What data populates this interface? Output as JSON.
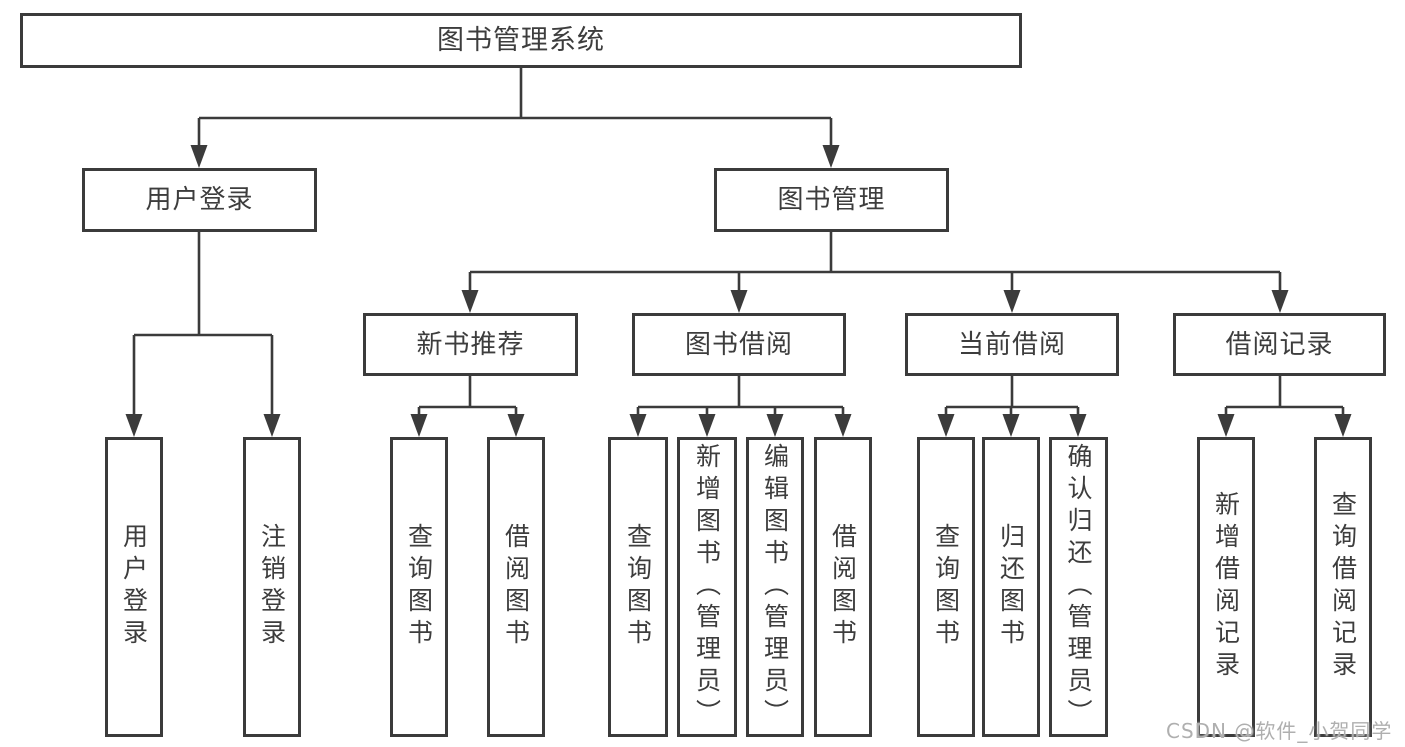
{
  "tree": {
    "root": {
      "label": "图书管理系统",
      "children": [
        {
          "label": "用户登录",
          "children": [
            {
              "label": "用户登录"
            },
            {
              "label": "注销登录"
            }
          ]
        },
        {
          "label": "图书管理",
          "children": [
            {
              "label": "新书推荐",
              "children": [
                {
                  "label": "查询图书"
                },
                {
                  "label": "借阅图书"
                }
              ]
            },
            {
              "label": "图书借阅",
              "children": [
                {
                  "label": "查询图书"
                },
                {
                  "label": "新增图书（管理员）"
                },
                {
                  "label": "编辑图书（管理员）"
                },
                {
                  "label": "借阅图书"
                }
              ]
            },
            {
              "label": "当前借阅",
              "children": [
                {
                  "label": "查询图书"
                },
                {
                  "label": "归还图书"
                },
                {
                  "label": "确认归还（管理员）"
                }
              ]
            },
            {
              "label": "借阅记录",
              "children": [
                {
                  "label": "新增借阅记录"
                },
                {
                  "label": "查询借阅记录"
                }
              ]
            }
          ]
        }
      ]
    }
  },
  "watermark": {
    "text": "CSDN @软件_小贺同学"
  },
  "colors": {
    "line": "#3b3b3b",
    "text": "#3d3d3d",
    "box_background": "#ffffff",
    "watermark_text": "#afafaf"
  }
}
